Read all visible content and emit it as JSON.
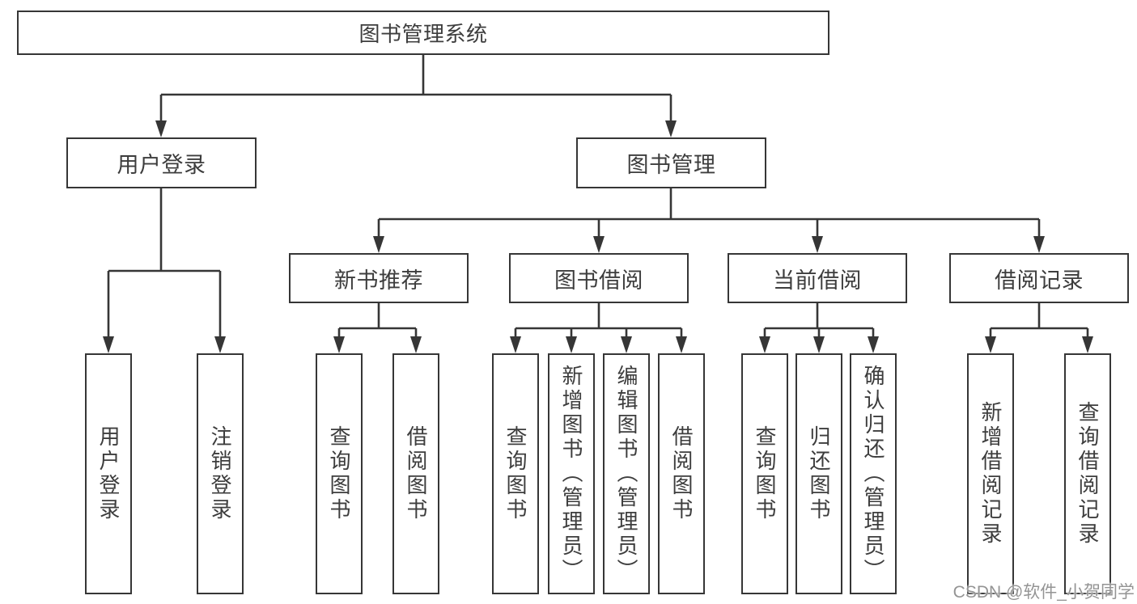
{
  "diagram": {
    "root_label": "图书管理系统",
    "level2": {
      "user_login": "用户登录",
      "book_management": "图书管理"
    },
    "level3": {
      "new_books": "新书推荐",
      "book_borrowing": "图书借阅",
      "current_borrowing": "当前借阅",
      "borrowing_records": "借阅记录"
    },
    "leaves": {
      "g1": [
        "用户登录",
        "注销登录"
      ],
      "g2": [
        "查询图书",
        "借阅图书"
      ],
      "g3": [
        "查询图书",
        "新增图书（管理员）",
        "编辑图书（管理员）",
        "借阅图书"
      ],
      "g4": [
        "查询图书",
        "归还图书",
        "确认归还（管理员）"
      ],
      "g5": [
        "新增借阅记录",
        "查询借阅记录"
      ]
    }
  },
  "watermark": "CSDN @软件_小贺同学",
  "colors": {
    "line": "#363636",
    "text": "#3d3d3d",
    "watermark": "#949494",
    "background": "#ffffff"
  }
}
